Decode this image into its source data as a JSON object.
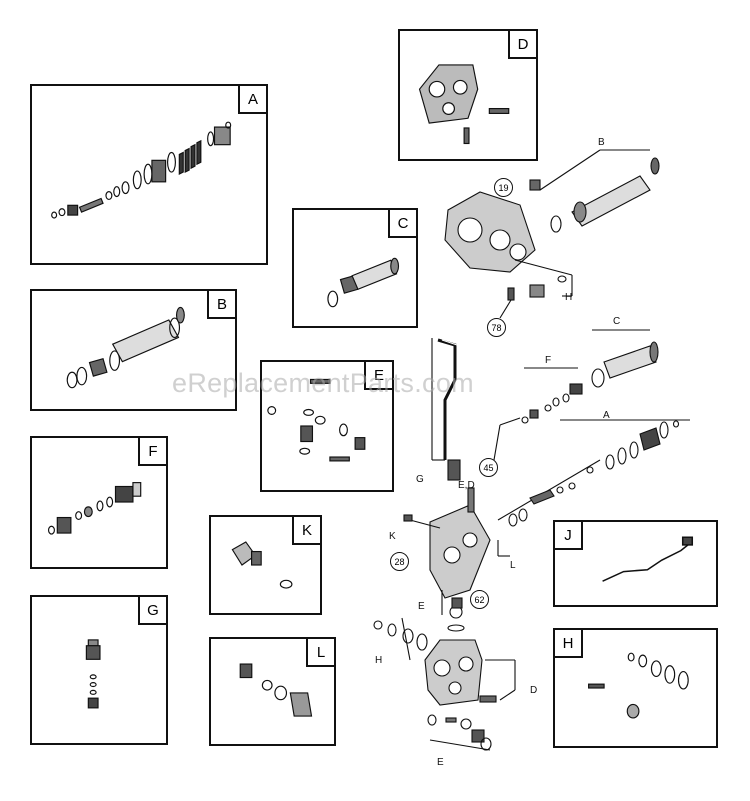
{
  "watermark": "eReplacementParts.com",
  "panels": [
    {
      "id": "A",
      "label": "A"
    },
    {
      "id": "B",
      "label": "B"
    },
    {
      "id": "C",
      "label": "C"
    },
    {
      "id": "D",
      "label": "D"
    },
    {
      "id": "E",
      "label": "E"
    },
    {
      "id": "F",
      "label": "F"
    },
    {
      "id": "G",
      "label": "G"
    },
    {
      "id": "H",
      "label": "H"
    },
    {
      "id": "J",
      "label": "J"
    },
    {
      "id": "K",
      "label": "K"
    },
    {
      "id": "L",
      "label": "L"
    }
  ],
  "callouts": {
    "b": "B",
    "c": "C",
    "f": "F",
    "a": "A",
    "g": "G",
    "ed": "E,D",
    "k": "K",
    "l": "L",
    "e_mid": "E",
    "h": "H",
    "h_low": "H",
    "d_low": "D",
    "e_low": "E"
  },
  "bubbles": {
    "b19": "19",
    "b78": "78",
    "b45": "45",
    "b28": "28",
    "b62": "62"
  },
  "colors": {
    "line": "#111111",
    "gray": "#888888",
    "dark": "#333333"
  }
}
